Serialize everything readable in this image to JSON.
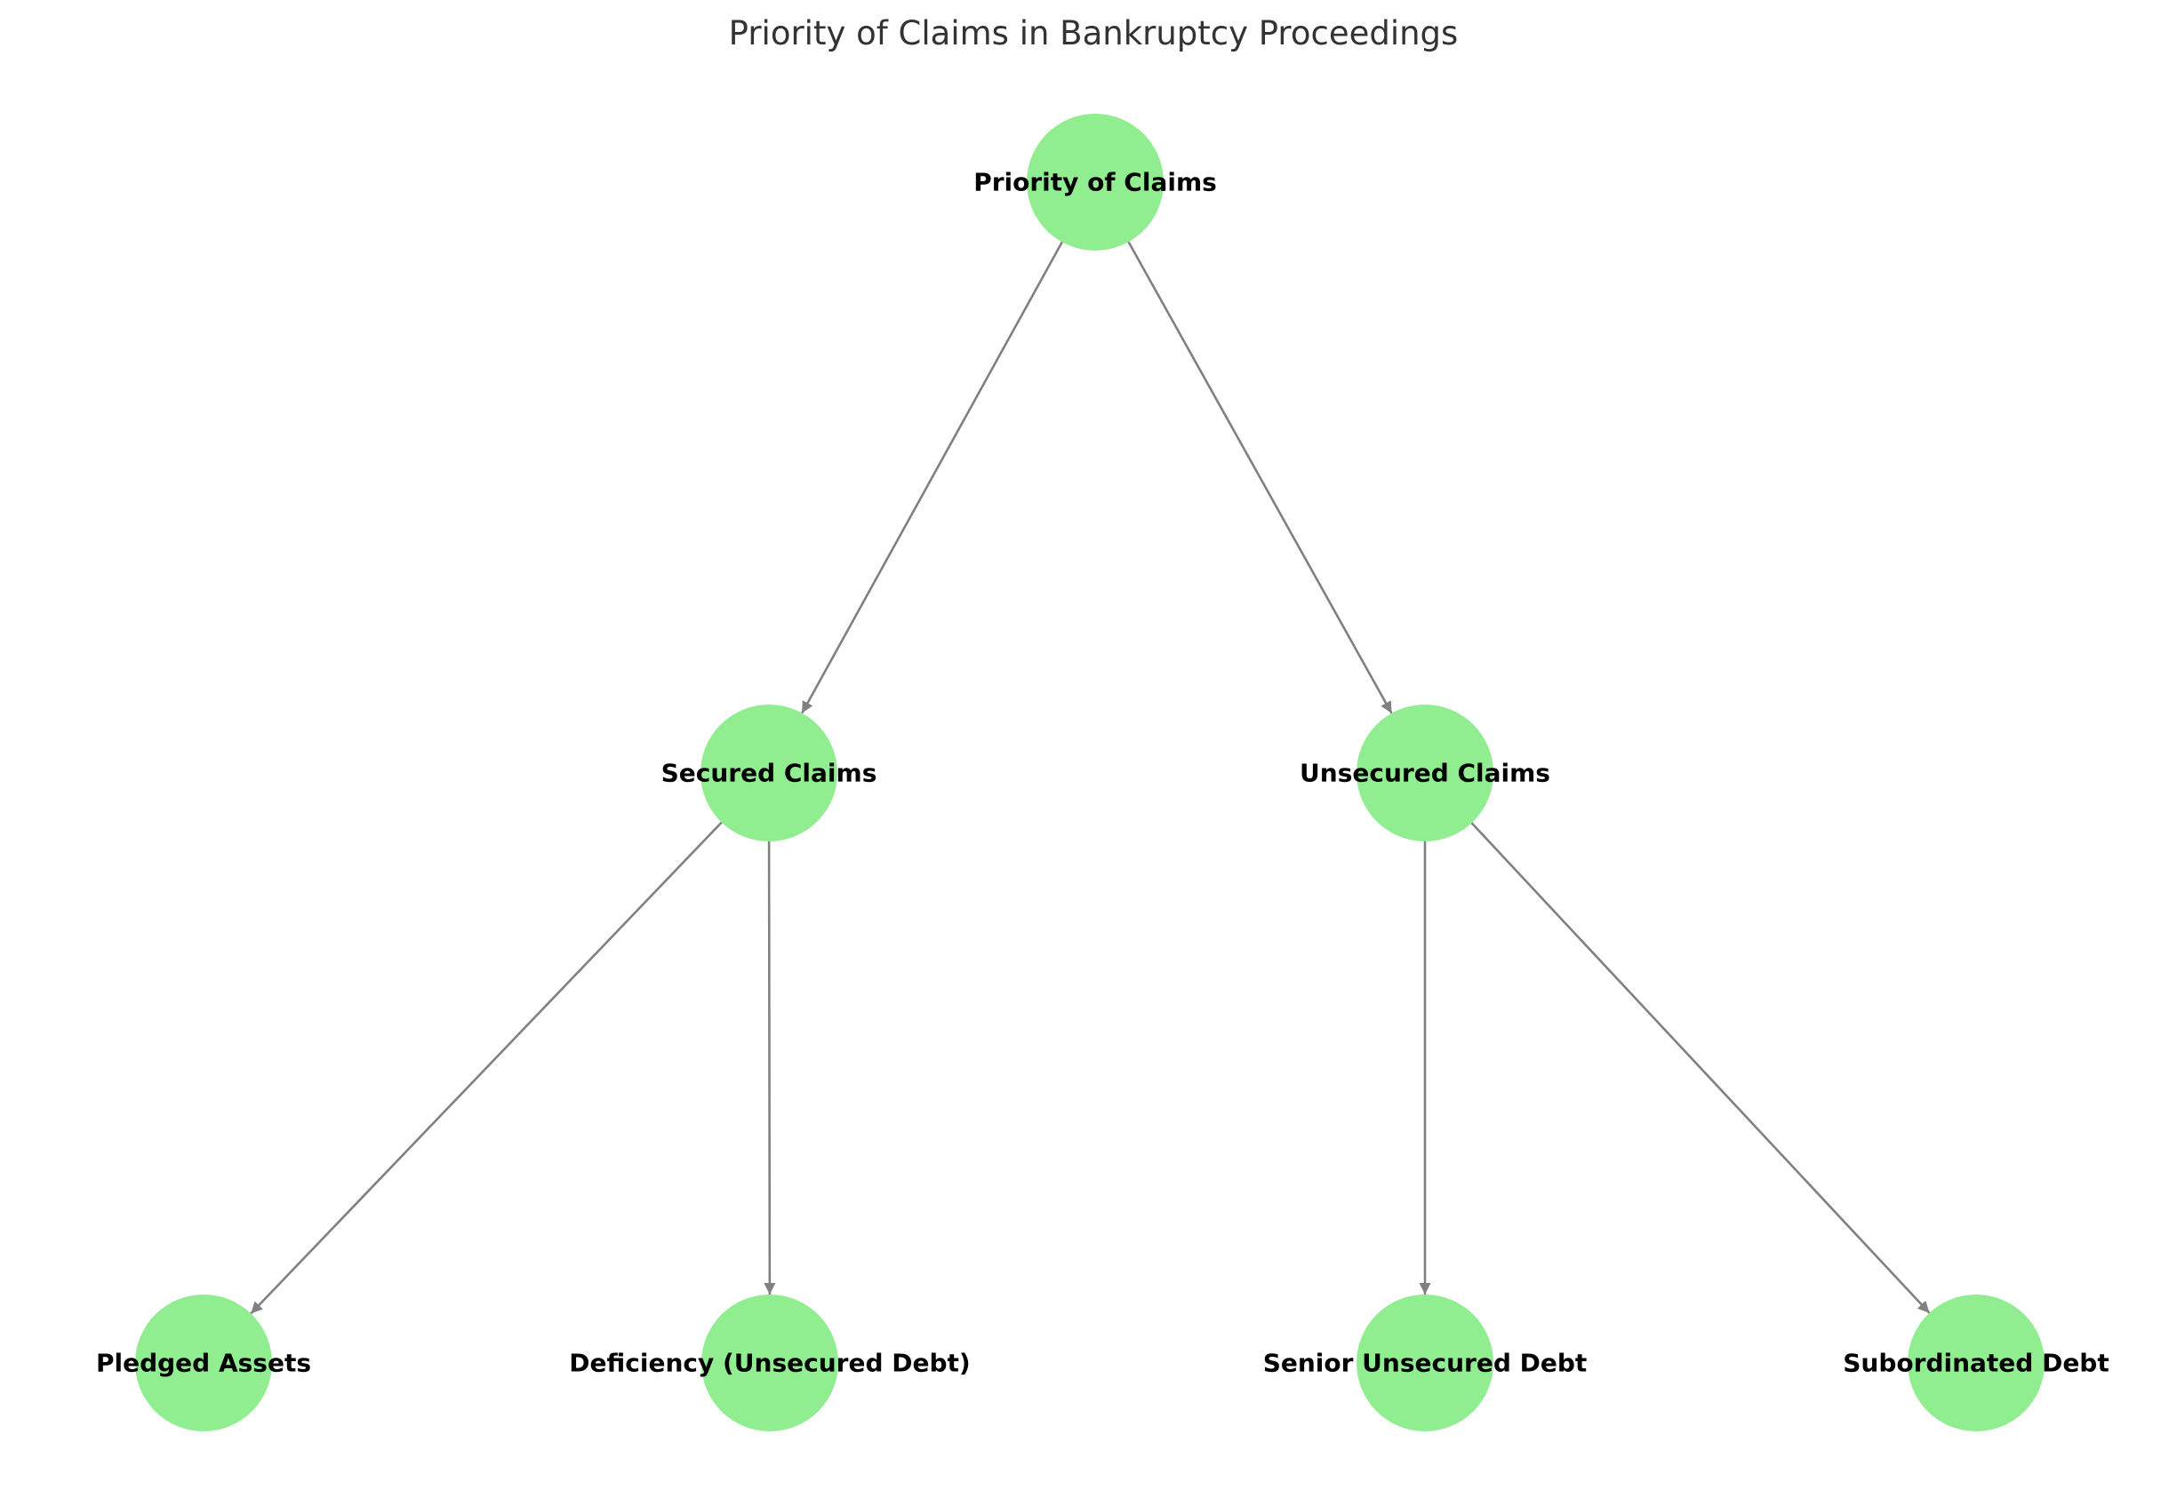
{
  "diagram": {
    "title": "Priority of Claims in Bankruptcy Proceedings",
    "colors": {
      "node_fill": "#90ee90",
      "edge": "#808080",
      "label": "#000000",
      "title": "#333333"
    },
    "nodes": [
      {
        "id": "priority",
        "label": "Priority of Claims"
      },
      {
        "id": "secured",
        "label": "Secured Claims"
      },
      {
        "id": "unsecured",
        "label": "Unsecured Claims"
      },
      {
        "id": "pledged",
        "label": "Pledged Assets"
      },
      {
        "id": "deficiency",
        "label": "Deficiency (Unsecured Debt)"
      },
      {
        "id": "senior",
        "label": "Senior Unsecured Debt"
      },
      {
        "id": "subordinated",
        "label": "Subordinated Debt"
      }
    ],
    "edges": [
      {
        "from": "priority",
        "to": "secured"
      },
      {
        "from": "priority",
        "to": "unsecured"
      },
      {
        "from": "secured",
        "to": "pledged"
      },
      {
        "from": "secured",
        "to": "deficiency"
      },
      {
        "from": "unsecured",
        "to": "senior"
      },
      {
        "from": "unsecured",
        "to": "subordinated"
      }
    ]
  }
}
